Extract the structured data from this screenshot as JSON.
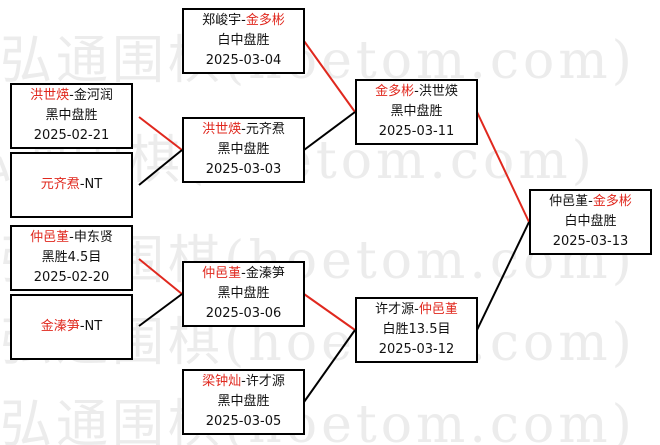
{
  "watermark": "弘通围棋(hoetom.com)",
  "colors": {
    "winner": "#e0281e",
    "win_line": "#e0281e",
    "line": "#000000"
  },
  "matches": {
    "r1_a": {
      "p1": "洪世煐",
      "p2": "金河润",
      "winner": 1,
      "result": "黑中盘胜",
      "date": "2025-02-21"
    },
    "r1_b": {
      "p1": "元齐焄",
      "p2": "NT",
      "winner": 1,
      "result": "",
      "date": ""
    },
    "r1_c": {
      "p1": "仲邑堇",
      "p2": "申东贤",
      "winner": 1,
      "result": "黑胜4.5目",
      "date": "2025-02-20"
    },
    "r1_d": {
      "p1": "金溱笋",
      "p2": "NT",
      "winner": 1,
      "result": "",
      "date": ""
    },
    "r2_a": {
      "p1": "郑峻宇",
      "p2": "金多彬",
      "winner": 2,
      "result": "白中盘胜",
      "date": "2025-03-04"
    },
    "r2_b": {
      "p1": "洪世煐",
      "p2": "元齐焄",
      "winner": 1,
      "result": "黑中盘胜",
      "date": "2025-03-03"
    },
    "r2_c": {
      "p1": "仲邑堇",
      "p2": "金溱笋",
      "winner": 1,
      "result": "黑中盘胜",
      "date": "2025-03-06"
    },
    "r2_d": {
      "p1": "梁钟灿",
      "p2": "许才源",
      "winner": 1,
      "result": "黑中盘胜",
      "date": "2025-03-05"
    },
    "sf_a": {
      "p1": "金多彬",
      "p2": "洪世煐",
      "winner": 1,
      "result": "黑中盘胜",
      "date": "2025-03-11"
    },
    "sf_b": {
      "p1": "许才源",
      "p2": "仲邑堇",
      "winner": 2,
      "result": "白胜13.5目",
      "date": "2025-03-12"
    },
    "final": {
      "p1": "仲邑堇",
      "p2": "金多彬",
      "winner": 2,
      "result": "白中盘胜",
      "date": "2025-03-13"
    }
  }
}
